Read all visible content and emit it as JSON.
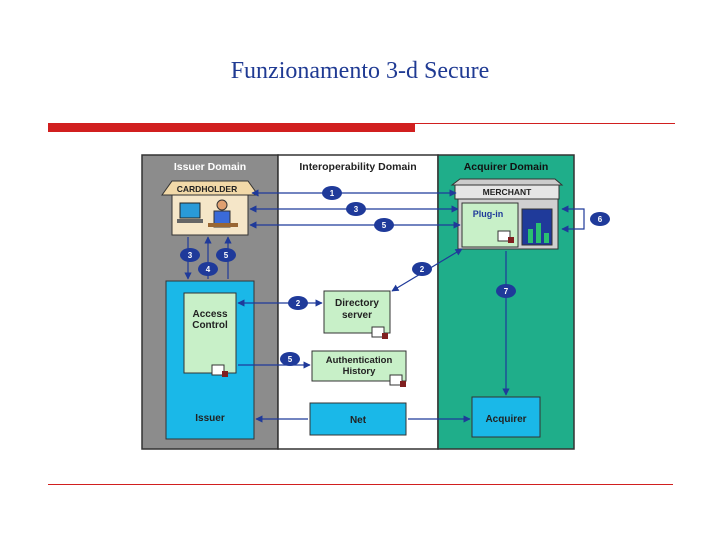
{
  "slide": {
    "title": "Funzionamento 3-d Secure"
  },
  "domains": {
    "issuer": "Issuer Domain",
    "interoperability": "Interoperability Domain",
    "acquirer": "Acquirer Domain"
  },
  "nodes": {
    "cardholder": "CARDHOLDER",
    "merchant": "MERCHANT",
    "plugin": "Plug-in",
    "access_control_line1": "Access",
    "access_control_line2": "Control",
    "issuer": "Issuer",
    "directory_line1": "Directory",
    "directory_line2": "server",
    "auth_line1": "Authentication",
    "auth_line2": "History",
    "net": "Net",
    "acquirer": "Acquirer"
  },
  "steps": {
    "s1": "1",
    "s2a": "2",
    "s2b": "2",
    "s3a": "3",
    "s3b": "3",
    "s4": "4",
    "s5a": "5",
    "s5b": "5",
    "s5c": "5",
    "s6": "6",
    "s7": "7"
  },
  "colors": {
    "title": "#1f3a93",
    "rule": "#d11f1f",
    "issuer_bg": "#8c8c8c",
    "interop_bg": "#ffffff",
    "acquirer_bg": "#1fae8a",
    "box_green": "#c8f0c8",
    "box_cyan": "#1ab8e8",
    "arrow": "#1f3a9a",
    "badge": "#1f3a9a"
  }
}
